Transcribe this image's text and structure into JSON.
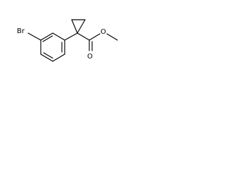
{
  "molecule": {
    "atom_labels": {
      "bromine": "Br",
      "carbonyl_oxygen": "O",
      "ester_oxygen": "O"
    },
    "colors": {
      "bonds": "#000000",
      "labels": "#000000",
      "background": "#ffffff"
    }
  }
}
